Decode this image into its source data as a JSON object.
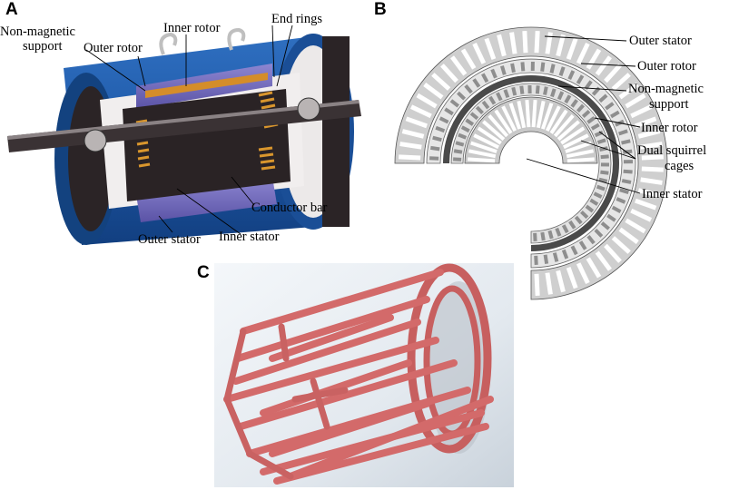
{
  "panels": {
    "a": {
      "letter": "A",
      "labels": {
        "non_magnetic_support_1": "Non-magnetic",
        "non_magnetic_support_2": "support",
        "outer_rotor": "Outer rotor",
        "inner_rotor": "Inner rotor",
        "end_rings": "End rings",
        "conductor_bar": "Conductor bar",
        "outer_stator": "Outer stator",
        "inner_stator": "Inner stator"
      }
    },
    "b": {
      "letter": "B",
      "labels": {
        "outer_stator": "Outer stator",
        "outer_rotor": "Outer rotor",
        "non_magnetic_support_1": "Non-magnetic",
        "non_magnetic_support_2": "support",
        "inner_rotor": "Inner rotor",
        "dual_squirrel_cages_1": "Dual squirrel",
        "dual_squirrel_cages_2": "cages",
        "inner_stator": "Inner stator"
      }
    },
    "c": {
      "letter": "C"
    }
  },
  "colors": {
    "housing_blue": "#1f5fae",
    "rotor_purple": "#6b63b8",
    "copper_orange": "#d9962d",
    "cage_red": "#d36a6a",
    "section_gray": "#c8c8c8",
    "dark_iron": "#2a2325"
  }
}
